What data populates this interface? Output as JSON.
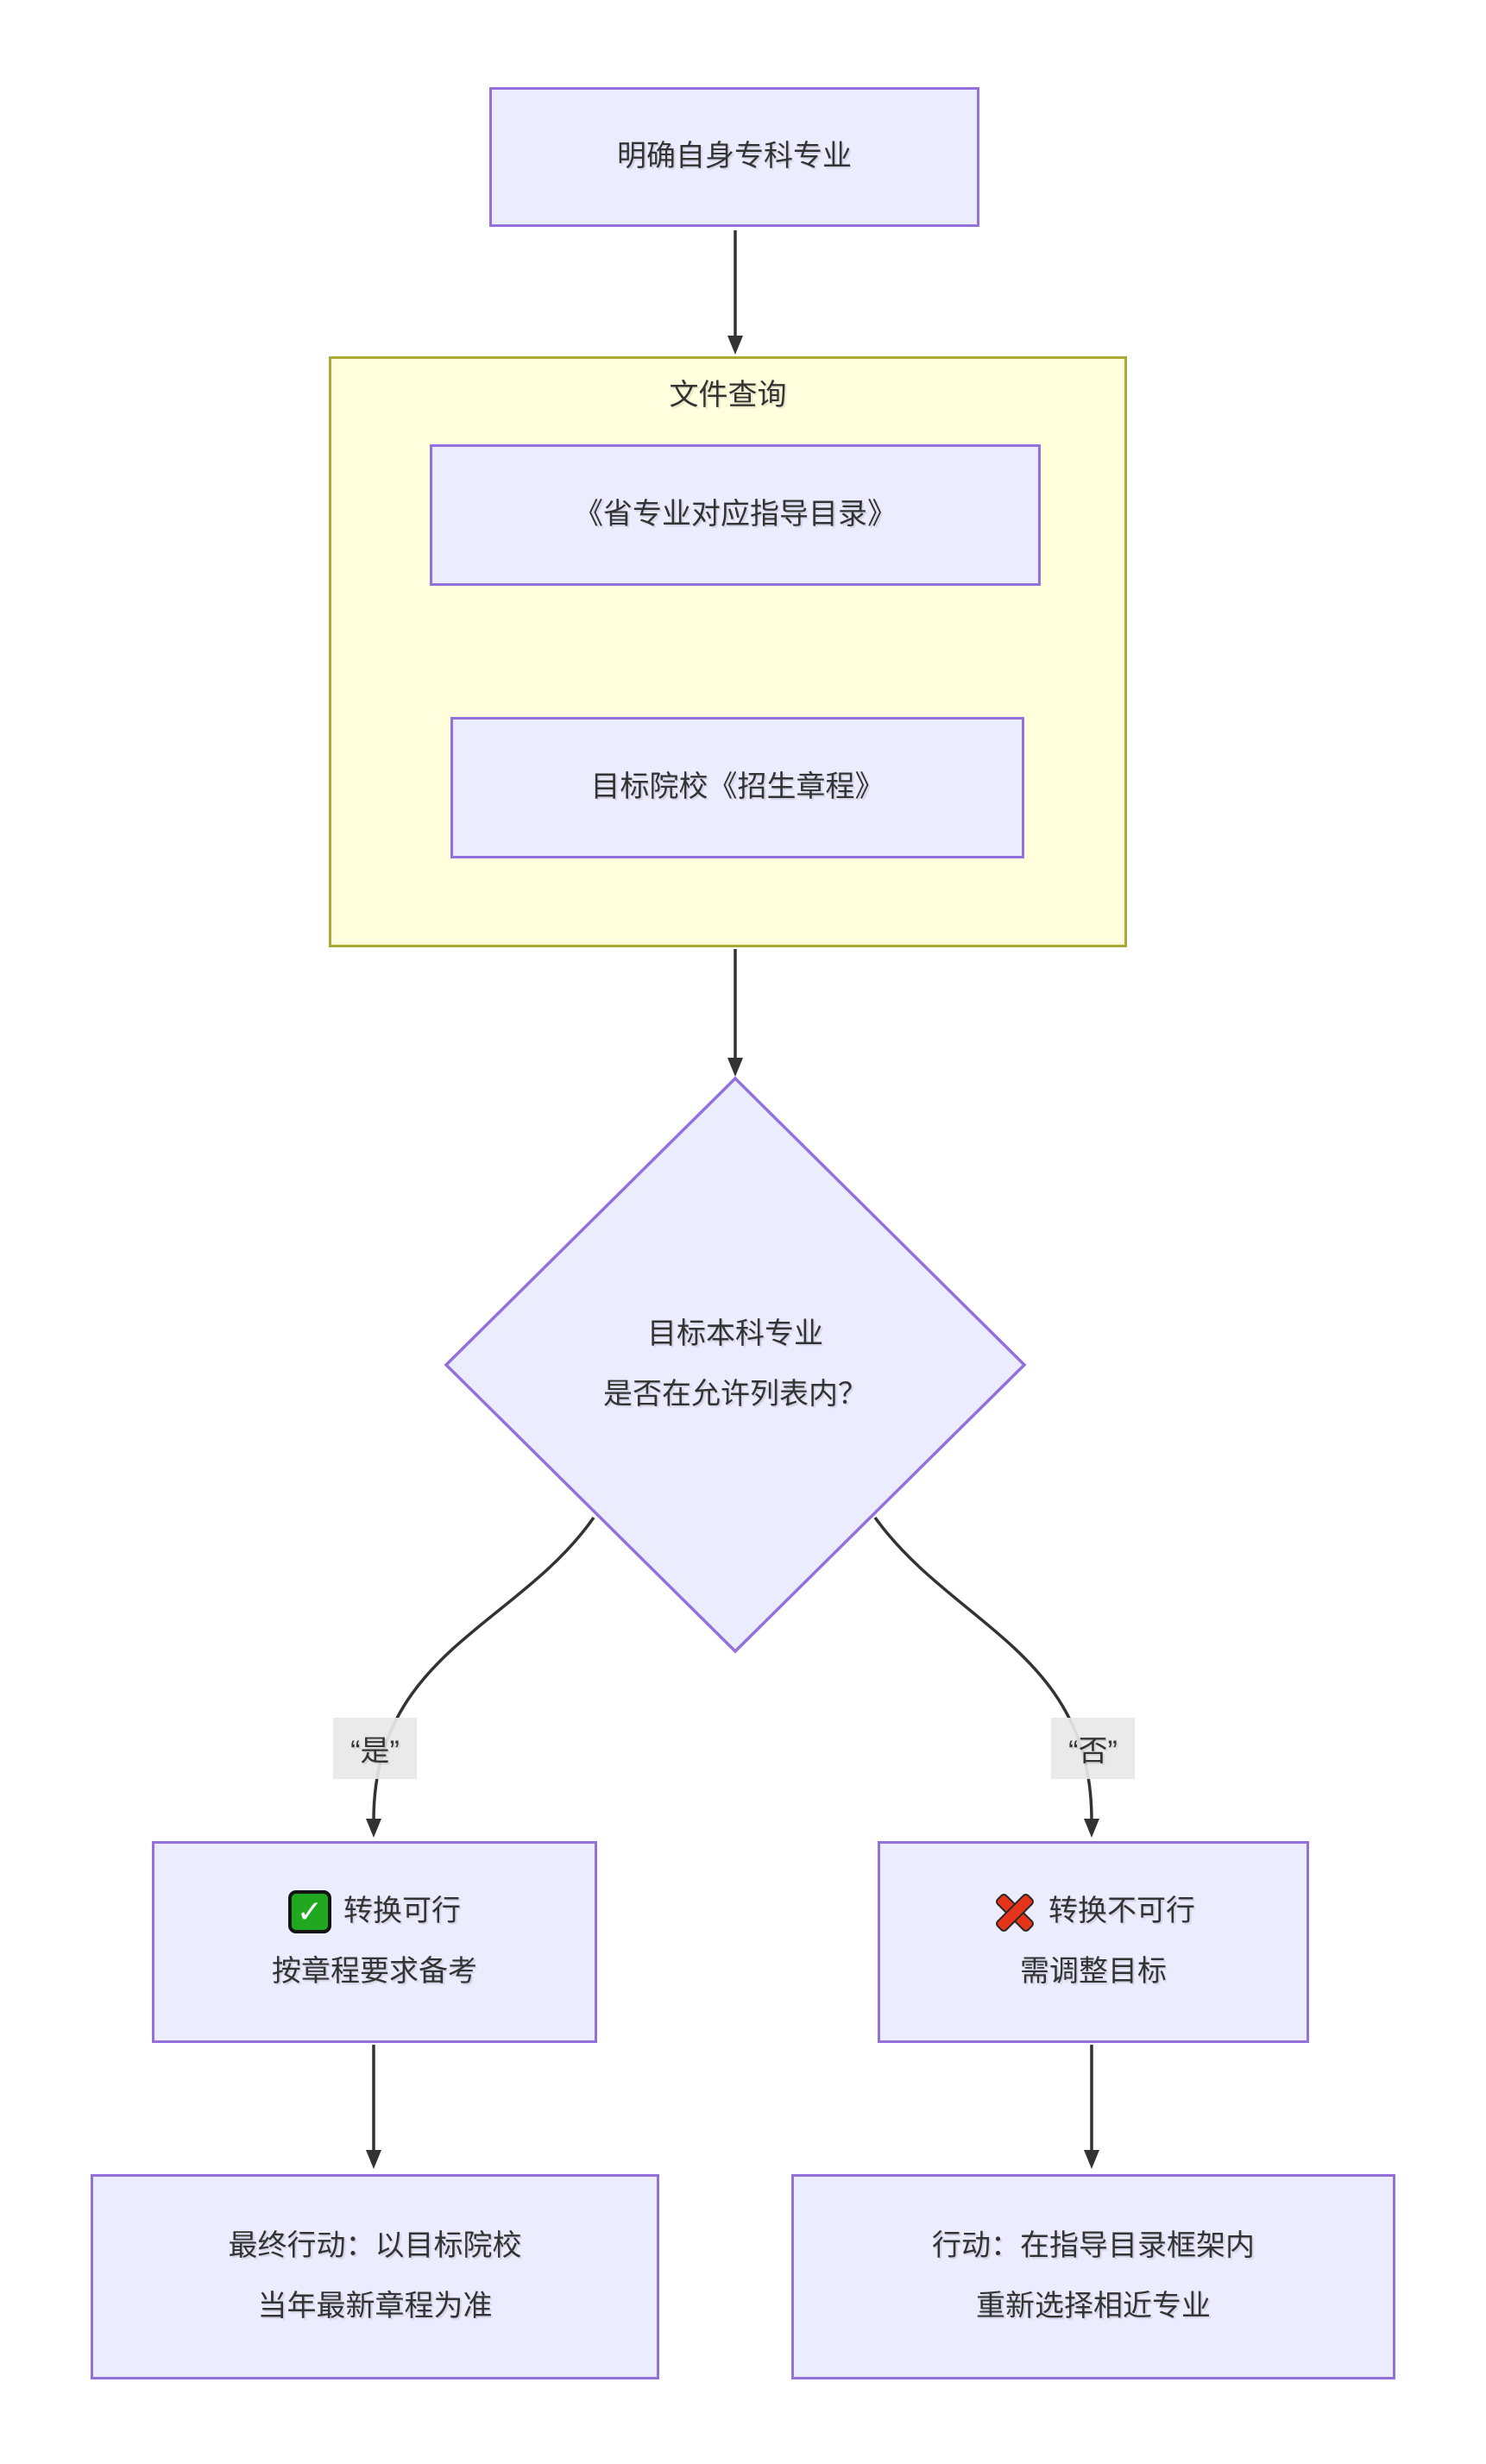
{
  "flowchart": {
    "start": {
      "label": "明确自身专科专业"
    },
    "cluster": {
      "title": "文件查询",
      "doc_catalog": "《省专业对应指导目录》",
      "doc_charter": "目标院校《招生章程》"
    },
    "decision": {
      "line1": "目标本科专业",
      "line2": "是否在允许列表内？"
    },
    "branch_yes": {
      "label": "“是”"
    },
    "branch_no": {
      "label": "“否”"
    },
    "outcome_yes": {
      "icon": "check-icon",
      "check_glyph": "✓",
      "line1": "转换可行",
      "line2": "按章程要求备考"
    },
    "outcome_no": {
      "icon": "cross-icon",
      "line1": "转换不可行",
      "line2": "需调整目标"
    },
    "action_yes": {
      "line1": "最终行动：以目标院校",
      "line2": "当年最新章程为准"
    },
    "action_no": {
      "line1": "行动：在指导目录框架内",
      "line2": "重新选择相近专业"
    },
    "colors": {
      "node_fill": "#ECECFF",
      "node_border": "#9370DB",
      "cluster_fill": "#FFFFDE",
      "cluster_border": "#AAAA33",
      "edge": "#333333",
      "edge_label_bg": "#E8E8E8",
      "text": "#333333",
      "check_green": "#20A820",
      "cross_red": "#E6341B"
    }
  }
}
